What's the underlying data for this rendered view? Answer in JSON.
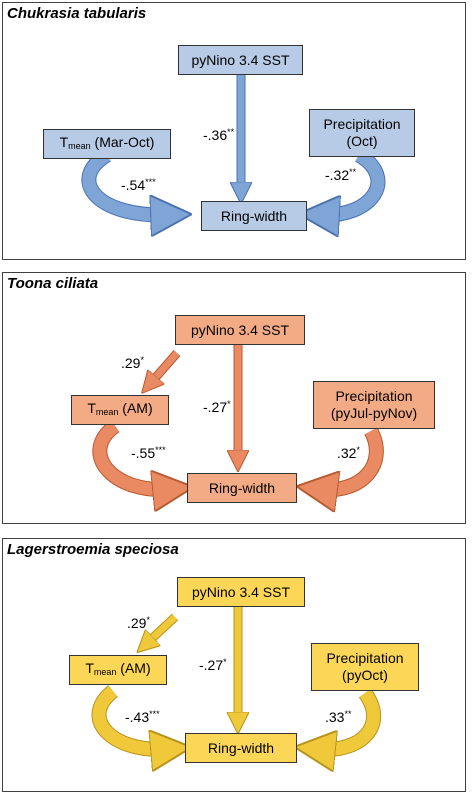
{
  "panels": [
    {
      "species": "Chukrasia tabularis",
      "enso": "pyNino 3.4 SST",
      "temp_prefix": "T",
      "temp_sub": "mean",
      "temp_period": " (Mar-Oct)",
      "precip_label": "Precipitation",
      "precip_period": "(Oct)",
      "ring": "Ring-width",
      "enso_ring": {
        "value": "-.36",
        "sig": "**"
      },
      "temp_ring": {
        "value": "-.54",
        "sig": "***"
      },
      "precip_ring": {
        "value": "-.32",
        "sig": "**"
      },
      "colors": {
        "box": "#b8cbe6",
        "arrow": "#7fa4d6",
        "arrow_edge": "#4a72b0"
      }
    },
    {
      "species": "Toona ciliata",
      "enso": "pyNino 3.4 SST",
      "temp_prefix": "T",
      "temp_sub": "mean",
      "temp_period": " (AM)",
      "precip_label": "Precipitation",
      "precip_period": "(pyJul-pyNov)",
      "ring": "Ring-width",
      "enso_temp": {
        "value": ".29",
        "sig": "*"
      },
      "enso_ring": {
        "value": "-.27",
        "sig": "*"
      },
      "temp_ring": {
        "value": "-.55",
        "sig": "***"
      },
      "precip_ring": {
        "value": ".32",
        "sig": "*"
      },
      "colors": {
        "box": "#f3ab86",
        "arrow": "#e98a63",
        "arrow_edge": "#b85a30"
      }
    },
    {
      "species": "Lagerstroemia speciosa",
      "enso": "pyNino 3.4 SST",
      "temp_prefix": "T",
      "temp_sub": "mean",
      "temp_period": " (AM)",
      "precip_label": "Precipitation",
      "precip_period": "(pyOct)",
      "ring": "Ring-width",
      "enso_temp": {
        "value": ".29",
        "sig": "*"
      },
      "enso_ring": {
        "value": "-.27",
        "sig": "*"
      },
      "temp_ring": {
        "value": "-.43",
        "sig": "***"
      },
      "precip_ring": {
        "value": ".33",
        "sig": "**"
      },
      "colors": {
        "box": "#fcd757",
        "arrow": "#f0c93a",
        "arrow_edge": "#b8921a"
      }
    }
  ]
}
